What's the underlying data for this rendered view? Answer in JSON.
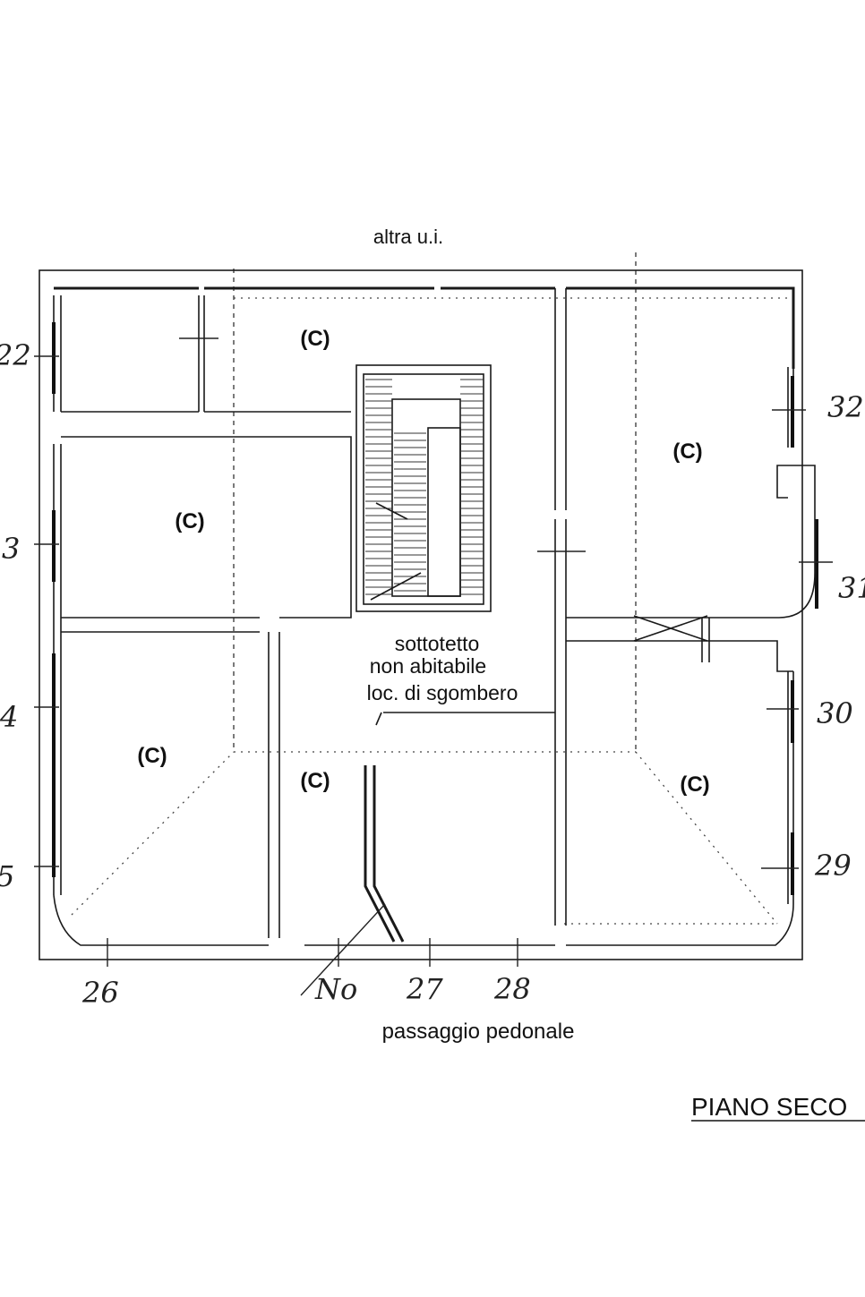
{
  "plan": {
    "top_label": "altra u.i.",
    "bottom_label": "passaggio pedonale",
    "central_note": [
      "sottotetto",
      "non abitabile",
      "loc. di sgombero"
    ],
    "page_title": "PIANO SECO",
    "room_code": "(C)",
    "window_numbers": {
      "n22": "22",
      "n23": "3",
      "n24": "4",
      "n25": "5",
      "n26": "26",
      "no": "No",
      "n27": "27",
      "n28": "28",
      "n29": "29",
      "n30": "30",
      "n31": "31",
      "n32": "32"
    }
  }
}
